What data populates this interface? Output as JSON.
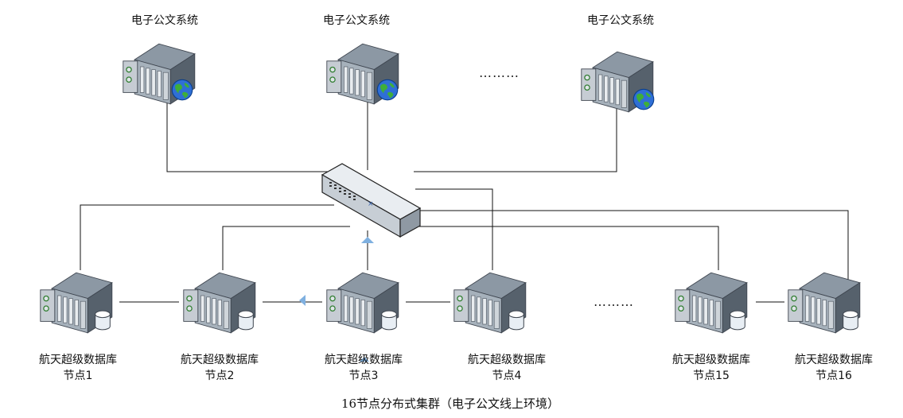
{
  "web_servers": [
    {
      "label": "电子公文系统"
    },
    {
      "label": "电子公文系统"
    },
    {
      "label": "电子公文系统"
    }
  ],
  "web_ellipsis": "………",
  "db_nodes": [
    {
      "name": "航天超级数据库",
      "node": "节点1"
    },
    {
      "name": "航天超级数据库",
      "node": "节点2"
    },
    {
      "name": "航天超级数据库",
      "node": "节点3"
    },
    {
      "name": "航天超级数据库",
      "node": "节点4"
    },
    {
      "name": "航天超级数据库",
      "node": "节点15"
    },
    {
      "name": "航天超级数据库",
      "node": "节点16"
    }
  ],
  "db_ellipsis": "………",
  "caption": "16节点分布式集群（电子公文线上环境）",
  "colors": {
    "server_top": "#8c98a4",
    "server_front": "#a6b1bb",
    "server_side": "#56616c",
    "globe": "#2f6fd6",
    "land": "#3fae3a",
    "db_cylinder": "#e8eef4",
    "line": "#111111",
    "arrow": "#7fb0e0"
  }
}
